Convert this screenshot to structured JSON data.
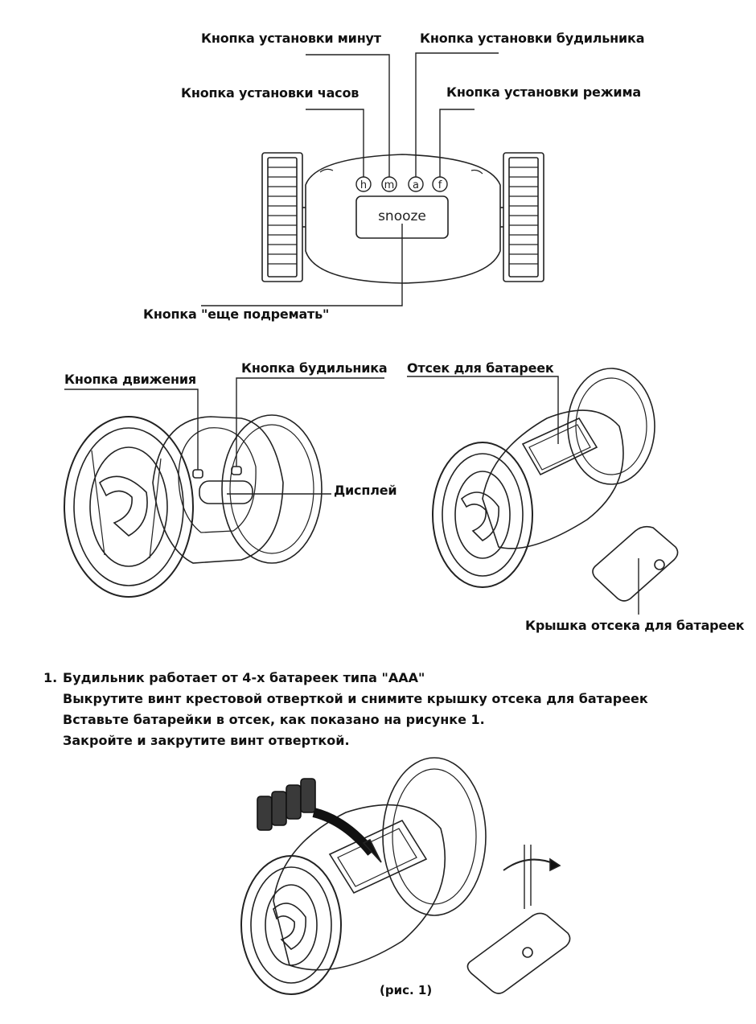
{
  "top_diagram": {
    "labels": {
      "minutes": "Кнопка установки минут",
      "alarm_set": "Кнопка установки будильника",
      "hours": "Кнопка установки часов",
      "mode": "Кнопка установки режима",
      "snooze_button": "Кнопка \"еще подремать\""
    },
    "buttons": [
      "h",
      "m",
      "a",
      "f"
    ],
    "display_text": "snooze"
  },
  "middle_diagrams": {
    "labels": {
      "motion": "Кнопка движения",
      "alarm": "Кнопка будильника",
      "display": "Дисплей",
      "battery_compartment": "Отсек для батареек",
      "battery_cover": "Крышка отсека для батареек"
    }
  },
  "instructions": {
    "number": "1.",
    "lines": [
      "Будильник работает от 4-х батареек типа \"AAA\"",
      "Выкрутите винт крестовой отверткой и снимите крышку отсека для батареек",
      "Вставьте батарейки в отсек, как показано на рисунке 1.",
      "Закройте и закрутите винт отверткой."
    ]
  },
  "figure_caption": "(рис. 1)"
}
